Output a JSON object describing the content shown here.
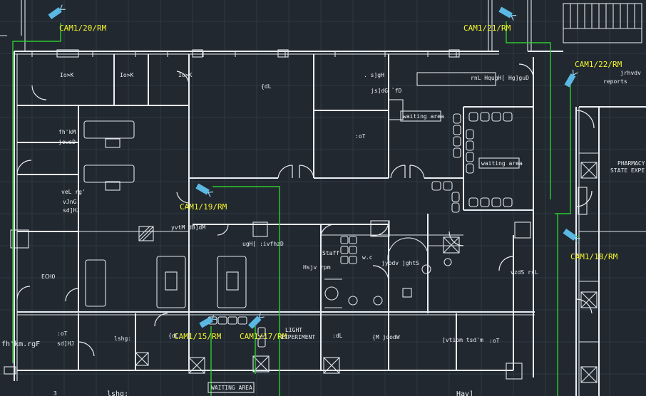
{
  "cameras": [
    {
      "label": "CAM1/20/RM"
    },
    {
      "label": "CAM1/21/RM"
    },
    {
      "label": "CAM1/22/RM"
    },
    {
      "label": "CAM1/19/RM"
    },
    {
      "label": "CAM1/18/RM"
    },
    {
      "label": "CAM1/15/RM"
    },
    {
      "label": "CAM1/17/RM"
    }
  ],
  "rooms": {
    "waiting_1": "waiting area",
    "waiting_2": "waiting area",
    "waiting_3": "WAITING AREA",
    "echo": "ECHO",
    "light_experiment": "LIGHT EXPERIMENT",
    "pharmacy": "PHARMACY",
    "state_expe": "STATE EXPE",
    "reports": "reports",
    "jrhvdv": "jrhvdv",
    "staff": "Staff",
    "wc": "w.c",
    "hsjv": "Hsjv rpm",
    "ughf": "ugH[ :ivfhzD",
    "yvtm": "yvtM dB]dM",
    "vzds": "vzdS rsL",
    "iok1": "Io>K",
    "iok2": "Io>K",
    "iok3": "Io>K",
    "dl": "{dL",
    "sjgh": ". s]gH",
    "jsjdg": "js]dG `fD",
    "ot1": ":oT",
    "hqug": "rnL HqugH[ Hg]guD",
    "fhkm": "fh'kM",
    "jowsd": "jowsD",
    "vel": "veL rg'",
    "vjng": "vJnG",
    "sdhj": "sd]HJ",
    "ot2": ":oT",
    "sdhj2": "sd]HJ",
    "fhkm_rgf": "fh'km.rgF",
    "lshg": "lshg:",
    "lshg_big": "lshg:",
    "num3": "3",
    "hav": "Hav]",
    "dl2": "{dL",
    "m_jqodw": "{M jqodW",
    "vtipm": "[vtipm tsd'm",
    "ot3": ":oT",
    "jyodv": "jyodv ]ghtS",
    "ot4": ":dL"
  }
}
